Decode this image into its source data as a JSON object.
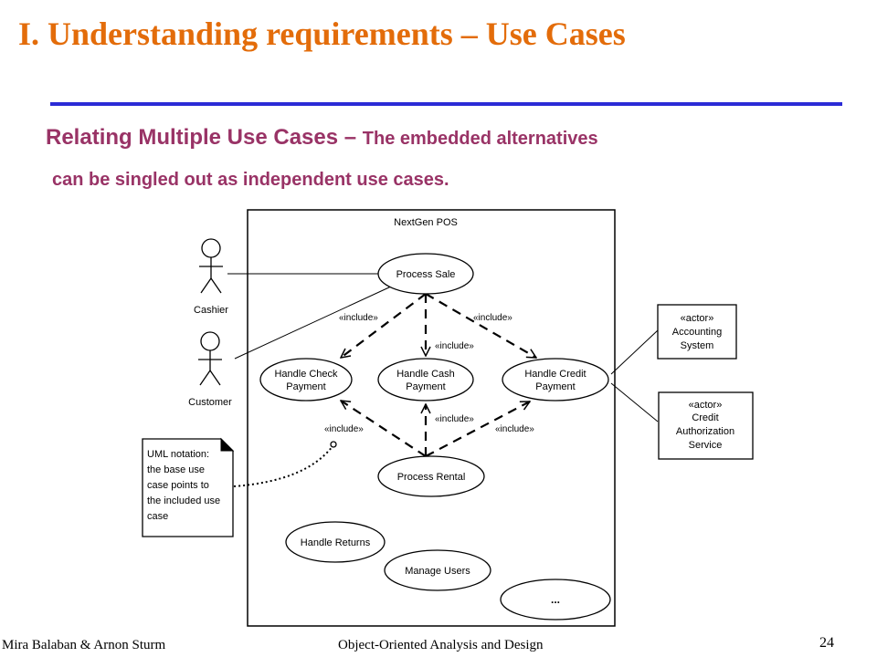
{
  "slide": {
    "title": "I. Understanding requirements – Use Cases",
    "subtitle_main": "Relating Multiple Use Cases – ",
    "subtitle_rest": "The embedded alternatives",
    "subtitle_line2": "can be singled out as independent use cases."
  },
  "diagram": {
    "system_name": "NextGen POS",
    "actors": {
      "cashier": "Cashier",
      "customer": "Customer",
      "accounting_stereotype": "«actor»",
      "accounting_line1": "Accounting",
      "accounting_line2": "System",
      "credit_stereotype": "«actor»",
      "credit_line1": "Credit",
      "credit_line2": "Authorization",
      "credit_line3": "Service"
    },
    "use_cases": {
      "process_sale": "Process Sale",
      "check_line1": "Handle Check",
      "check_line2": "Payment",
      "cash_line1": "Handle Cash",
      "cash_line2": "Payment",
      "credit_line1": "Handle Credit",
      "credit_line2": "Payment",
      "process_rental": "Process Rental",
      "handle_returns": "Handle Returns",
      "manage_users": "Manage Users",
      "ellipsis": "..."
    },
    "include_label": "«include»",
    "note": {
      "line1": "UML notation:",
      "line2": "the base use",
      "line3": "case points to",
      "line4": "the included use",
      "line5": "case"
    }
  },
  "footer": {
    "authors": "Mira Balaban  &  Arnon Sturm",
    "course": "Object-Oriented Analysis and Design",
    "page": "24"
  }
}
